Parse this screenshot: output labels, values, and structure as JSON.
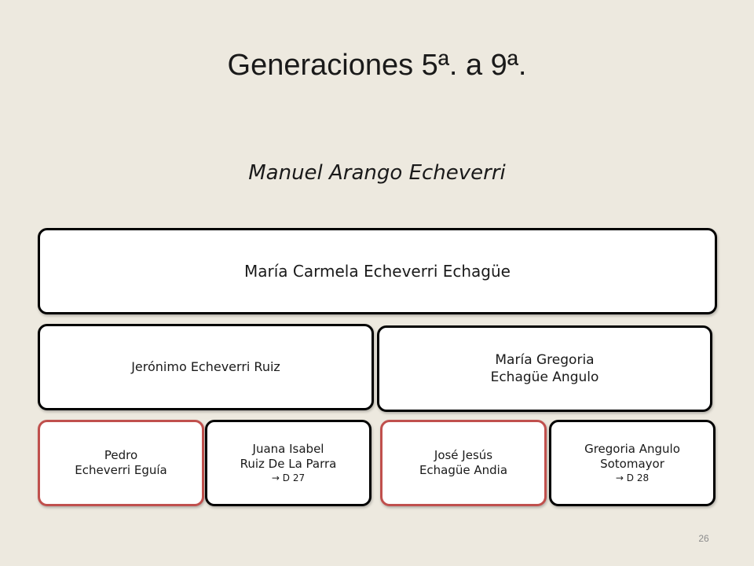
{
  "slide": {
    "title": "Generaciones  5ª. a 9ª.",
    "subject": "Manuel Arango Echeverri",
    "page_number": "26"
  },
  "tree": {
    "root": {
      "name": "María  Carmela  Echeverri  Echagüe"
    },
    "parents": [
      {
        "lines": [
          "Jerónimo  Echeverri  Ruiz"
        ]
      },
      {
        "lines": [
          "María  Gregoria",
          "Echagüe  Angulo"
        ]
      }
    ],
    "grandparents": [
      {
        "lines": [
          "Pedro",
          "Echeverri   Eguía"
        ],
        "ref": ""
      },
      {
        "lines": [
          "Juana Isabel",
          "Ruiz De La Parra"
        ],
        "ref": "→  D 27"
      },
      {
        "lines": [
          "José Jesús",
          "Echagüe Andia"
        ],
        "ref": ""
      },
      {
        "lines": [
          "Gregoria Angulo",
          "Sotomayor"
        ],
        "ref": "→  D 28"
      }
    ],
    "colors": {
      "background": "#ede9df",
      "box_border": "#000000",
      "accent_border": "#c0504d"
    }
  }
}
